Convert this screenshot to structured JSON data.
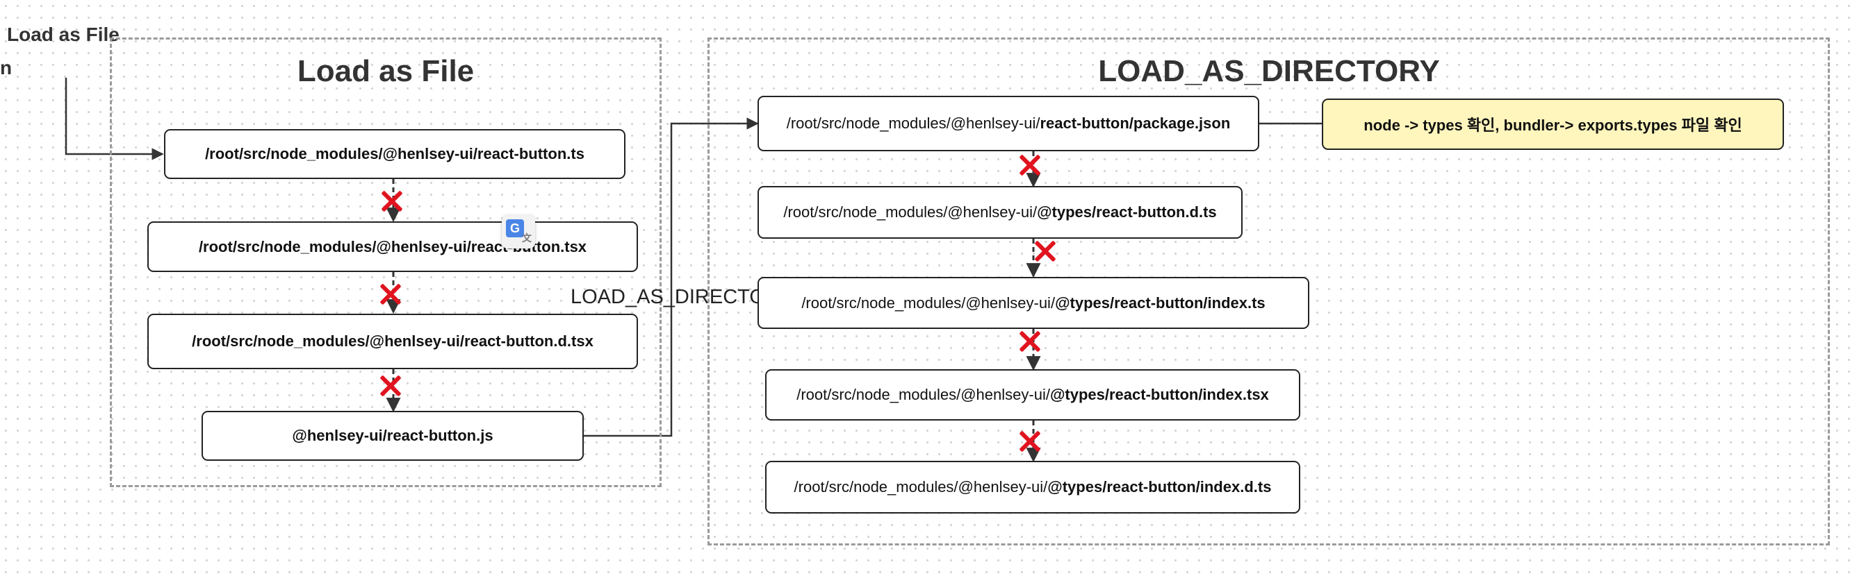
{
  "edge_labels": {
    "top_left": "Load as File",
    "left_partial": "n",
    "connector": "LOAD_AS_DIRECTORY"
  },
  "load_as_file": {
    "title": "Load as File",
    "nodes": [
      "/root/src/node_modules/@henlsey-ui/react-button.ts",
      "/root/src/node_modules/@henlsey-ui/react-button.tsx",
      "/root/src/node_modules/@henlsey-ui/react-button.d.tsx",
      "@henlsey-ui/react-button.js"
    ]
  },
  "load_as_directory": {
    "title": "LOAD_AS_DIRECTORY",
    "nodes": [
      {
        "prefix": "/root/src/node_modules/@henlsey-ui/",
        "strong": "react-button/package.json"
      },
      {
        "prefix": "/root/src/node_modules/@henlsey-ui/",
        "strong": "@types/react-button.d.ts"
      },
      {
        "prefix": "/root/src/node_modules/@henlsey-ui/",
        "strong": "@types/react-button/index.ts"
      },
      {
        "prefix": "/root/src/node_modules/@henlsey-ui/",
        "strong": "@types/react-button/index.tsx"
      },
      {
        "prefix": "/root/src/node_modules/@henlsey-ui/",
        "strong": "@types/react-button/index.d.ts"
      }
    ],
    "note": "node -> types 확인, bundler-> exports.types 파일 확인"
  },
  "colors": {
    "fail_mark": "#e0131f",
    "note_fill": "#fff6bd",
    "group_border": "#9a9a9a"
  },
  "icons": {
    "fail_mark": "cross-mark-icon",
    "overlay": "google-translate-icon"
  }
}
